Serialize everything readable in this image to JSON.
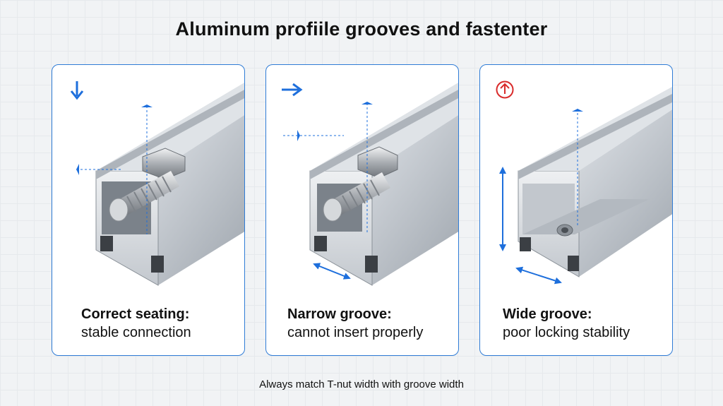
{
  "title": "Aluminum profiile grooves and fastenter",
  "panels": [
    {
      "heading": "Correct seating:",
      "subtitle": "stable connection",
      "icon": "arrow-down-icon",
      "status": "correct"
    },
    {
      "heading": "Narrow groove:",
      "subtitle": "cannot insert properly",
      "icon": "arrow-right-icon",
      "status": "narrow"
    },
    {
      "heading": "Wide groove:",
      "subtitle": "poor locking stability",
      "icon": "warning-icon",
      "status": "wide"
    }
  ],
  "footer_note": "Always match T-nut width with groove width",
  "colors": {
    "accent": "#1e6fdc",
    "warning": "#d92b2b",
    "panel_border": "#2f7cd6"
  }
}
